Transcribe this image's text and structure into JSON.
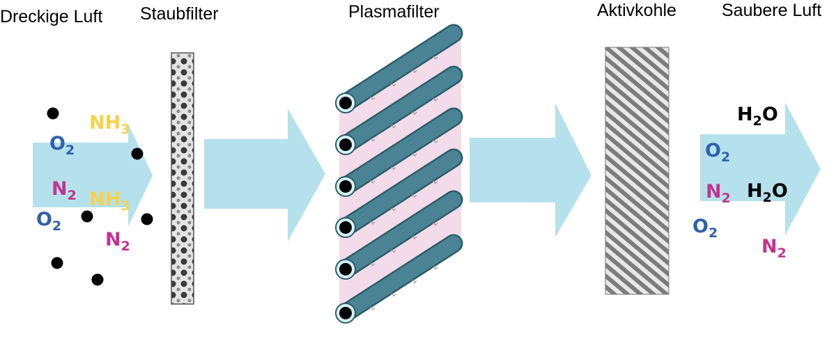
{
  "headers": {
    "dirty_air": "Dreckige Luft",
    "dust_filter": "Staubfilter",
    "plasma_filter": "Plasmafilter",
    "activated_carbon": "Aktivkohle",
    "clean_air": "Saubere  Luft"
  },
  "molecules": {
    "o2_a": {
      "base": "O",
      "sub": "2"
    },
    "nh3_a": {
      "base": "NH",
      "sub": "3"
    },
    "n2_a": {
      "base": "N",
      "sub": "2"
    },
    "nh3_b": {
      "base": "NH",
      "sub": "3"
    },
    "o2_b": {
      "base": "O",
      "sub": "2"
    },
    "n2_b": {
      "base": "N",
      "sub": "2"
    },
    "h2o_a": {
      "base": "H",
      "sub": "2",
      "tail": "O"
    },
    "o2_c": {
      "base": "O",
      "sub": "2"
    },
    "n2_c": {
      "base": "N",
      "sub": "2"
    },
    "h2o_b": {
      "base": "H",
      "sub": "2",
      "tail": "O"
    },
    "o2_d": {
      "base": "O",
      "sub": "2"
    },
    "n2_d": {
      "base": "N",
      "sub": "2"
    }
  },
  "colors": {
    "arrow": "#b5e1ec",
    "oxygen": "#2f5fae",
    "nitrogen": "#c4338e",
    "ammonia": "#f7d24a",
    "water": "#000000",
    "tube": "#4a8494",
    "tube_edge": "#2b5c68",
    "plasma_zone": "#f3dbea",
    "particle": "#000000"
  }
}
